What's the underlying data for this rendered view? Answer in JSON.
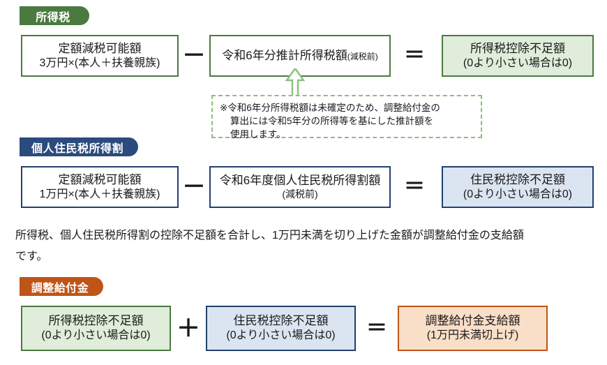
{
  "sections": [
    {
      "id": "income-tax",
      "tag_label": "所得税",
      "tag_color": "#4a7a3f",
      "boxes": [
        {
          "name": "teigaku-genzei-kanou-gaku",
          "line1": "定額減税可能額",
          "line2": "3万円×(本人＋扶養親族)"
        },
        {
          "name": "reiwa6-suikei-shotokuzei-gaku",
          "line1": "令和6年分推計所得税額",
          "line1_small": "(減税前)"
        },
        {
          "name": "shotokuzei-kojo-fusoku-gaku",
          "line1": "所得税控除不足額",
          "line2": "(0より小さい場合は0)"
        }
      ],
      "operators": {
        "first": "－",
        "second": "＝"
      }
    },
    {
      "id": "resident-tax",
      "tag_label": "個人住民税所得割",
      "tag_color": "#2b4a7d",
      "boxes": [
        {
          "name": "teigaku-genzei-kanou-gaku",
          "line1": "定額減税可能額",
          "line2": "1万円×(本人＋扶養親族)"
        },
        {
          "name": "reiwa6-juminzei-shotokuwari-gaku",
          "line1": "令和6年度個人住民税所得割額",
          "line2": "(減税前)"
        },
        {
          "name": "juminzei-kojo-fusoku-gaku",
          "line1": "住民税控除不足額",
          "line2": "(0より小さい場合は0)"
        }
      ],
      "operators": {
        "first": "－",
        "second": "＝"
      }
    },
    {
      "id": "adjustment-benefit",
      "tag_label": "調整給付金",
      "tag_color": "#bf5418",
      "boxes": [
        {
          "name": "shotokuzei-kojo-fusoku-gaku",
          "line1": "所得税控除不足額",
          "line2": "(0より小さい場合は0)"
        },
        {
          "name": "juminzei-kojo-fusoku-gaku",
          "line1": "住民税控除不足額",
          "line2": "(0より小さい場合は0)"
        },
        {
          "name": "chosei-kyufukin-shikyu-gaku",
          "line1": "調整給付金支給額",
          "line2": "(1万円未満切上げ)"
        }
      ],
      "operators": {
        "first": "＋",
        "second": "＝"
      }
    }
  ],
  "note": {
    "line1": "※令和6年分所得税額は未確定のため、調整給付金の",
    "line2": "算出には令和5年分の所得等を基にした推計額を",
    "line3": "使用します。",
    "border_color": "#8cbf7e",
    "arrow_color": "#8cbf7e"
  },
  "paragraph": {
    "line1": "所得税、個人住民税所得割の控除不足額を合計し、1万円未満を切り上げた金額が調整給付金の支給額",
    "line2": "です。"
  },
  "colors": {
    "green": "#4a7a3f",
    "navy": "#22406e",
    "blue_tag": "#2b4a7d",
    "orange": "#bf5418",
    "fill_green": "#dfedda",
    "fill_blue": "#dbe5f1",
    "fill_orange": "#fadfc8",
    "text": "#1a1a1a"
  }
}
